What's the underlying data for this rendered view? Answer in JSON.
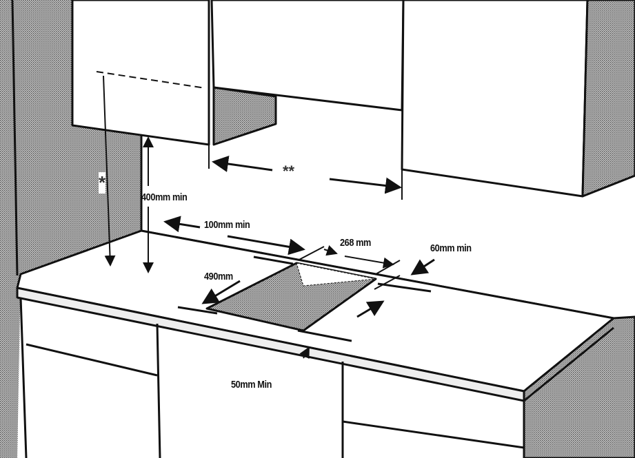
{
  "diagram": {
    "title": "Hob / sink installation clearances",
    "colors": {
      "line": "#111111",
      "hatch": "#8a8a8a",
      "background": "#ffffff"
    },
    "labels": {
      "hood_height": "*",
      "cabinet_gap": "**",
      "min_height": "400mm min",
      "side_clearance": "100mm min",
      "cutout_width": "268 mm",
      "back_clearance": "60mm min",
      "cutout_depth": "490mm",
      "front_clearance": "50mm Min"
    }
  }
}
